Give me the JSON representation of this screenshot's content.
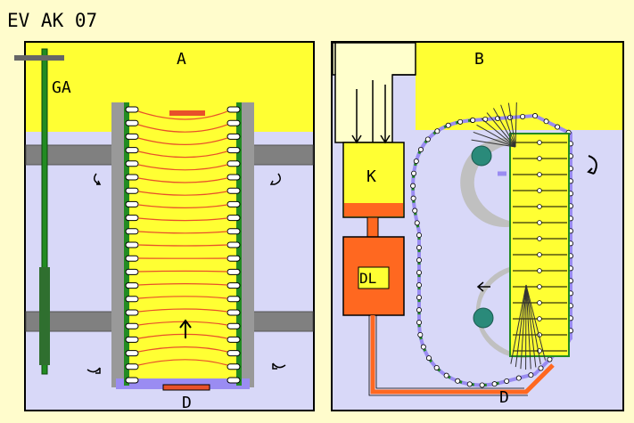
{
  "title": "EV AK 07",
  "panels": {
    "a": {
      "label": "A",
      "gauge_label": "GA",
      "bottom_label": "D"
    },
    "b": {
      "label": "B",
      "k_label": "K",
      "dl_label": "DL",
      "bottom_label": "D"
    }
  },
  "colors": {
    "background": "#fffccc",
    "panel_bg": "#ffffff",
    "fluid": "#ffff33",
    "liquid": "#d8d8f8",
    "wall": "#808080",
    "rod": "#228b22",
    "field_line": "#e8502a",
    "tank": "#ff6820",
    "roll": "#c0c0c0",
    "roll_core": "#2a8a7a",
    "slat": "#9a8cf2"
  }
}
